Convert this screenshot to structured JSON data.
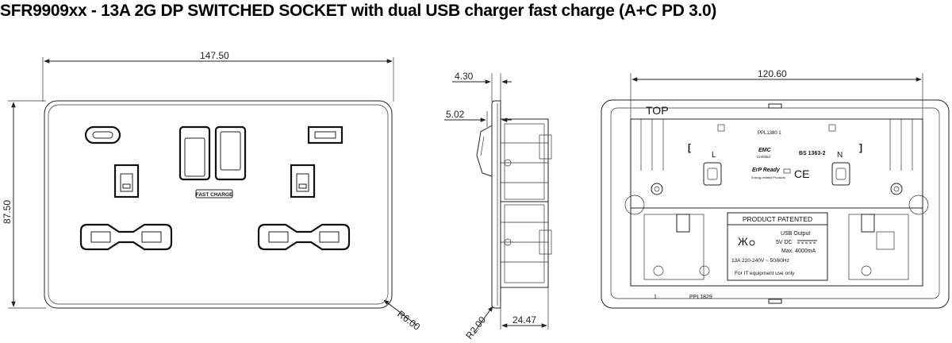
{
  "title": "SFR9909xx - 13A 2G DP SWITCHED SOCKET  with dual USB charger fast charge (A+C PD 3.0)",
  "front": {
    "width_dim": "147.50",
    "height_dim": "87.50",
    "radius_dim": "R6.00",
    "fast_charge_badge": "FAST CHARGE"
  },
  "side": {
    "dim_top": "4.30",
    "dim_mid": "5.02",
    "dim_depth": "24.47",
    "dim_radius": "R2.00"
  },
  "back": {
    "width_dim": "120.60",
    "top_label": "TOP",
    "ppl_top": "PPL1380  1",
    "live_label": "L",
    "neutral_label": "N",
    "emc_label": "EMC",
    "emc_sub": "Certified",
    "standard": "BS 1363-2",
    "erp_label": "ErP Ready",
    "erp_sub": "Energy-related Products",
    "ce_mark": "CE",
    "patent_label": "PRODUCT PATENTED",
    "usb_output": "USB Output",
    "usb_voltage": "5V DC",
    "usb_current": "Max. 4000mA",
    "rating": "13A  220-240V ~  50/60Hz",
    "it_note": "For IT equipment use  only",
    "bottom_num": "1",
    "bottom_ppl": "PPL1829",
    "bracket_left": "[",
    "bracket_right": "]"
  }
}
